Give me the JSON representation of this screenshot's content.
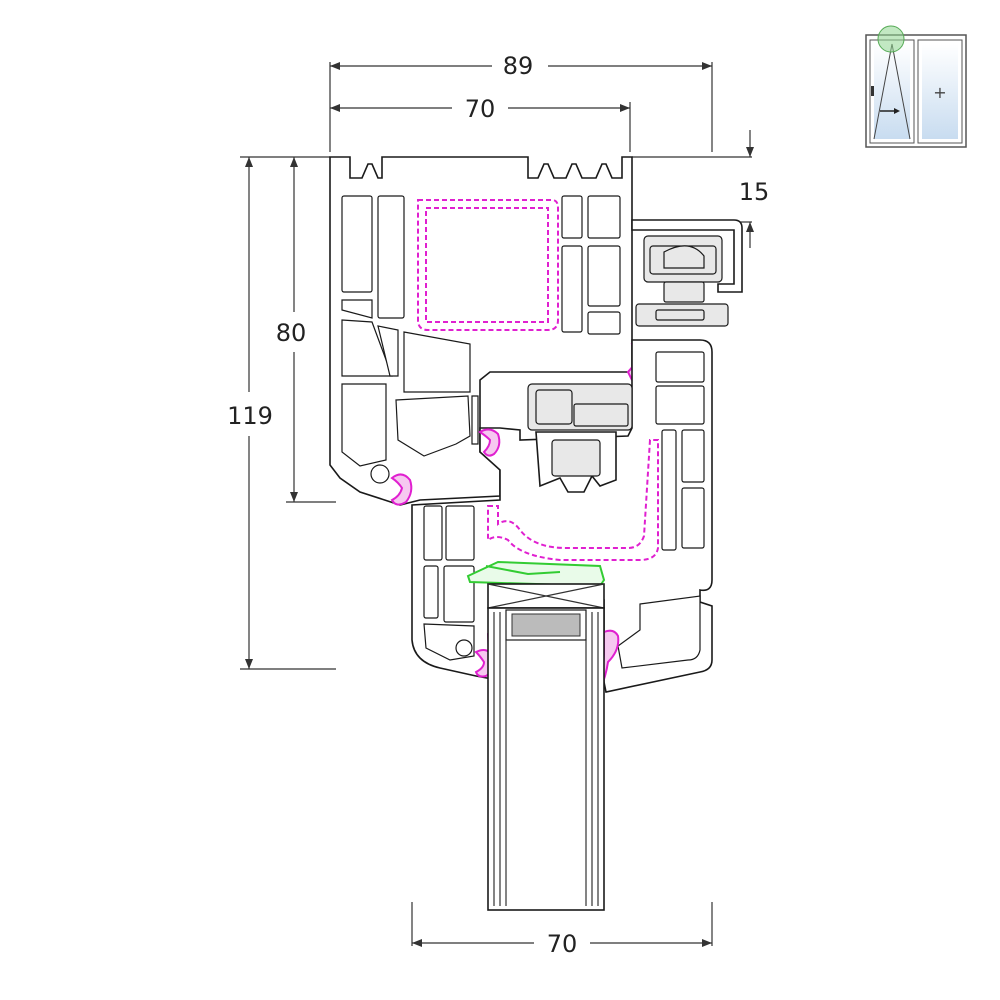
{
  "dimensions": {
    "top_outer": "89",
    "top_inner": "70",
    "right_offset": "15",
    "left_inner": "80",
    "left_outer": "119",
    "bottom": "70"
  },
  "colors": {
    "outline": "#1a1a1a",
    "gasket": "#e020d0",
    "steel_reinforcement": "#e020d0",
    "glazing_bead": "#33cc33",
    "thumbnail_glass": "#c8dcf0",
    "thumbnail_marker": "#8fd68f"
  },
  "thumbnail": {
    "icon": "window-tilt-turn-icon",
    "marker": "section-marker-icon",
    "plus": "+"
  }
}
